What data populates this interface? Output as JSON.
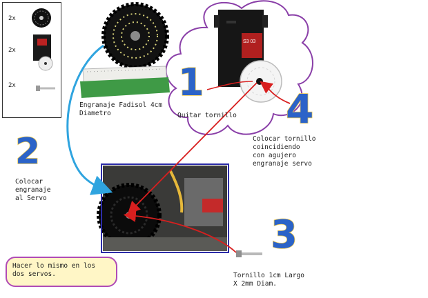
{
  "parts": [
    {
      "qty": "2x",
      "icon": "gear-icon"
    },
    {
      "qty": "2x",
      "icon": "servo-motor-icon"
    },
    {
      "qty": "2x",
      "icon": "screw-icon"
    }
  ],
  "gear_label": "Engranaje Fadisol 4cm\nDiametro",
  "steps": [
    {
      "number": "1",
      "text": "Quitar tornillo"
    },
    {
      "number": "2",
      "text": "Colocar\nengranaje\nal Servo"
    },
    {
      "number": "3",
      "text": "Tornillo 1cm Largo\nX 2mm Diam."
    },
    {
      "number": "4",
      "text": "Colocar tornillo\ncoincidiendo\ncon agujero\nengranaje servo"
    }
  ],
  "note": "Hacer lo mismo en los\ndos servos.",
  "servo_marking": "S3 03",
  "colors": {
    "arrow_blue": "#2fa4df",
    "arrow_red": "#d81f1f",
    "cloud": "#8a3fa8",
    "number_fill": "#2b63c8",
    "note_border": "#b04bb6",
    "note_bg": "#fff6c6"
  }
}
